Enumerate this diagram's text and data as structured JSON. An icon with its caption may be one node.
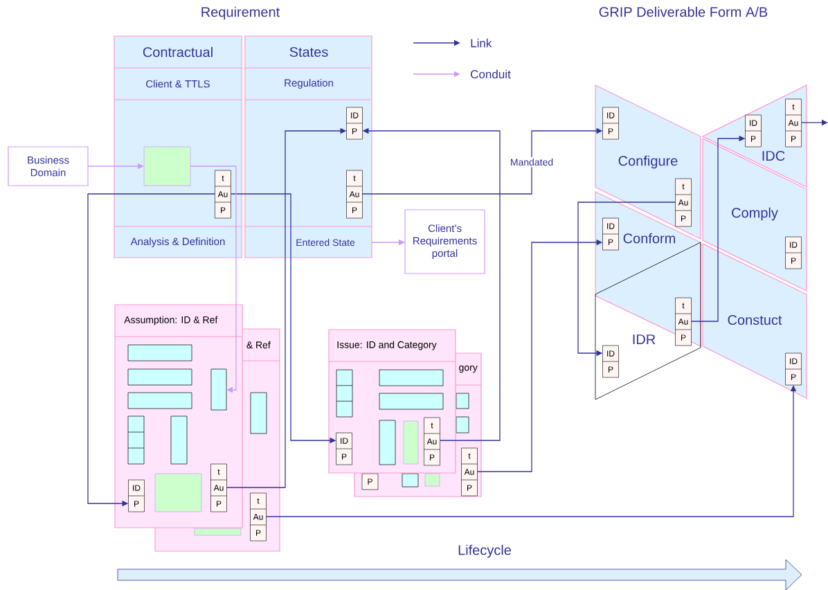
{
  "diagram": {
    "title": "GRIP Deliverable Form A/B",
    "nodes": [
      {
        "text": [
          "Contractual",
          "Client & TTLS",
          "Analysis & Definition"
        ]
      },
      {
        "text": [],
        "shape": "box",
        "in": 0
      },
      {
        "text": [
          "t",
          "Au",
          "P"
        ],
        "in": 0
      },
      {
        "text": [
          "States",
          "Regulation",
          "Entered State"
        ]
      },
      {
        "text": [
          "ID",
          "P"
        ],
        "in": 3
      },
      {
        "text": [
          "t",
          "Au",
          "P"
        ],
        "in": 3
      },
      {
        "text": [
          "Business Domain"
        ]
      },
      {
        "text": [
          "Client’s Requirements portal"
        ]
      },
      {
        "text": [
          "& Ref"
        ]
      },
      {
        "text": [
          "t",
          "Au",
          "P"
        ],
        "in": 8
      },
      {
        "text": [
          "Assumption: ID & Ref"
        ]
      },
      {
        "text": [],
        "shape": "box"
      },
      {
        "text": [
          "ID",
          "P"
        ],
        "in": 10
      },
      {
        "text": [
          "t",
          "Au",
          "P"
        ]
      },
      {
        "text": [
          "gory"
        ]
      },
      {
        "text": [
          "P"
        ],
        "in": 14
      },
      {
        "text": [
          "t",
          "Au",
          "P"
        ],
        "in": 14
      },
      {
        "text": [
          "Issue: ID and Category"
        ]
      },
      {
        "text": [
          "ID",
          "P"
        ],
        "in": 17
      },
      {
        "text": [
          "t",
          "Au",
          "P"
        ]
      },
      {
        "text": [
          "Configure"
        ]
      },
      {
        "text": [
          "ID",
          "P"
        ],
        "in": 20
      },
      {
        "text": [
          "t",
          "Au",
          "P"
        ],
        "in": 20
      },
      {
        "text": [
          "IDC"
        ]
      },
      {
        "text": [
          "ID",
          "P"
        ],
        "in": 23
      },
      {
        "text": [
          "t",
          "Au",
          "P"
        ],
        "in": 23
      },
      {
        "text": [
          "Comply"
        ]
      },
      {
        "text": [
          "ID",
          "P"
        ],
        "in": 26
      },
      {
        "text": [
          "Conform"
        ]
      },
      {
        "text": [
          "ID",
          "P"
        ],
        "in": 28
      },
      {
        "text": [
          "IDR"
        ]
      },
      {
        "text": [
          "t",
          "Au",
          "P"
        ]
      },
      {
        "text": [
          "ID",
          "P"
        ],
        "in": 30
      },
      {
        "text": [
          "Constuct"
        ]
      },
      {
        "text": [
          "ID",
          "P"
        ],
        "in": 33
      },
      {
        "text": [],
        "shape": "box",
        "in": 10
      },
      {
        "text": [],
        "shape": "box",
        "in": 10
      },
      {
        "text": [],
        "shape": "box",
        "in": 10
      },
      {
        "text": [],
        "shape": "box",
        "in": 10
      },
      {
        "text": [],
        "shape": "box"
      },
      {
        "text": [],
        "shape": "box"
      },
      {
        "text": [],
        "shape": "box",
        "in": 8
      },
      {
        "text": [],
        "shape": "box",
        "in": 17
      },
      {
        "text": [],
        "shape": "box"
      },
      {
        "text": [],
        "shape": "box"
      },
      {
        "text": [],
        "shape": "box"
      },
      {
        "text": [],
        "shape": "box"
      }
    ],
    "edges": [
      {
        "from": 2,
        "to": 12,
        "arrow": "to"
      },
      {
        "from": 2,
        "to": 18,
        "arrow": "to"
      },
      {
        "from": 5,
        "to": 21,
        "arrow": "to",
        "label": "Mandated"
      },
      {
        "from": 13,
        "to": 4,
        "arrow": "to"
      },
      {
        "from": 19,
        "to": 4,
        "arrow": "to"
      },
      {
        "from": 16,
        "to": 29,
        "arrow": "to"
      },
      {
        "from": 22,
        "to": 32,
        "arrow": "to"
      },
      {
        "from": 31,
        "to": 24,
        "arrow": "to"
      },
      {
        "from": 9,
        "to": 34,
        "arrow": "to"
      },
      {
        "from": 25,
        "to": null,
        "arrow": "to"
      },
      {
        "from": 6,
        "to": 1,
        "arrow": "to",
        "color": "#cc99ff"
      },
      {
        "from": 1,
        "to": 11,
        "arrow": "to",
        "color": "#cc99ff"
      },
      {
        "from": 3,
        "to": 7,
        "arrow": "to",
        "color": "#cc99ff"
      }
    ],
    "labels": [
      "Requirement",
      "Lifecycle"
    ],
    "legend": [
      {
        "text": "Link"
      },
      {
        "text": "Conduit"
      }
    ]
  }
}
